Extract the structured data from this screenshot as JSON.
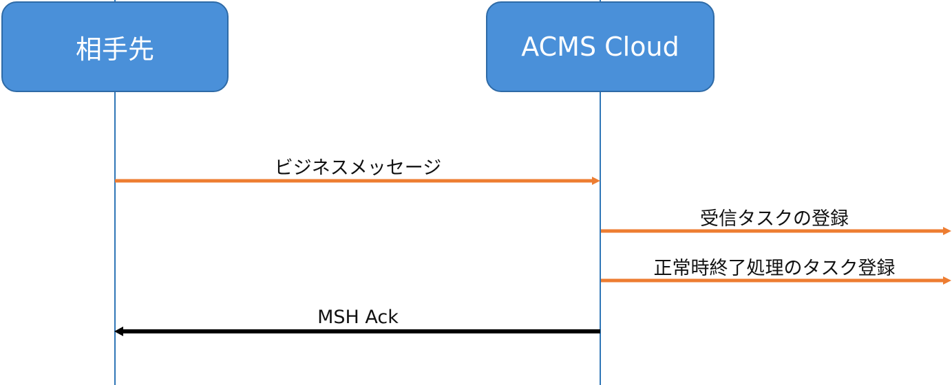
{
  "participants": {
    "left": "相手先",
    "right": "ACMS Cloud"
  },
  "messages": {
    "business_message": "ビジネスメッセージ",
    "receive_task": "受信タスクの登録",
    "normal_end_task": "正常時終了処理のタスク登録",
    "msh_ack": "MSH Ack"
  },
  "colors": {
    "participant_fill": "#4a90d9",
    "participant_border": "#2e6aa6",
    "lifeline": "#2e75b6",
    "orange_arrow": "#ed7d31",
    "black_arrow": "#000000"
  }
}
